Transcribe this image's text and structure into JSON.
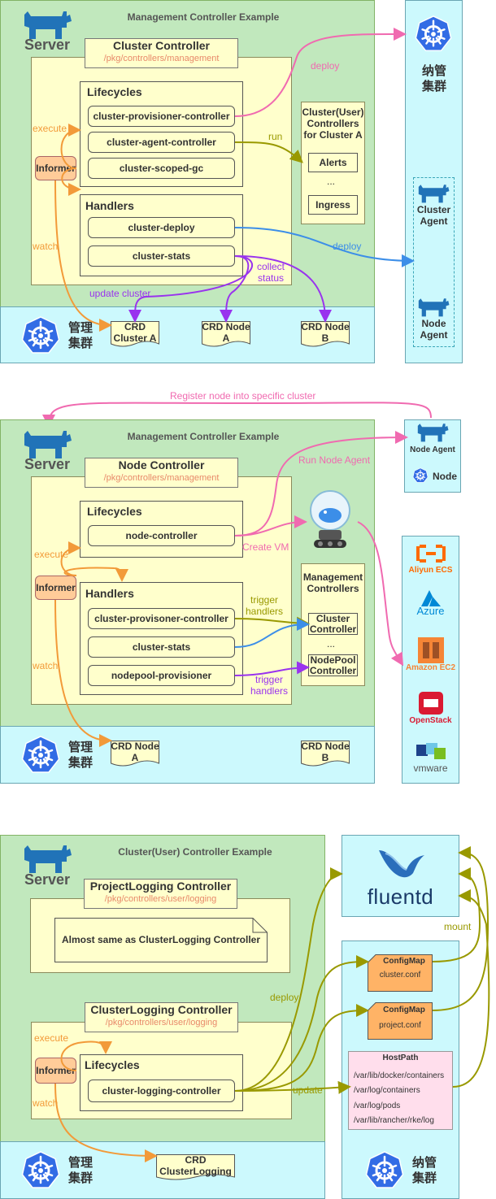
{
  "panel1": {
    "title": "Management Controller Example",
    "server_label": "Server",
    "controller": {
      "title": "Cluster Controller",
      "path": "/pkg/controllers/management"
    },
    "lifecycles": {
      "title": "Lifecycles",
      "items": [
        "cluster-provisioner-controller",
        "cluster-agent-controller",
        "cluster-scoped-gc"
      ]
    },
    "handlers": {
      "title": "Handlers",
      "items": [
        "cluster-deploy",
        "cluster-stats"
      ]
    },
    "informer": "Informer",
    "user_cluster": {
      "title": "Cluster(User) Controllers for Cluster A",
      "items": [
        "Alerts",
        "...",
        "Ingress"
      ]
    },
    "managed": {
      "title": "纳管 集群",
      "cluster_agent": "Cluster Agent",
      "node_agent": "Node Agent"
    },
    "mgmt_cluster": "管理 集群",
    "crds": [
      "CRD Cluster A",
      "CRD Node A",
      "CRD Node B"
    ],
    "edges": {
      "execute": "execute",
      "watch": "watch",
      "deploy1": "deploy",
      "run": "run",
      "deploy2": "deploy",
      "collect": "collect status",
      "update": "update cluster"
    }
  },
  "panel2": {
    "register": "Register node into specific cluster",
    "title": "Management Controller Example",
    "server_label": "Server",
    "controller": {
      "title": "Node Controller",
      "path": "/pkg/controllers/management"
    },
    "lifecycles": {
      "title": "Lifecycles",
      "items": [
        "node-controller"
      ]
    },
    "handlers": {
      "title": "Handlers",
      "items": [
        "cluster-provisoner-controller",
        "cluster-stats",
        "nodepool-provisioner"
      ]
    },
    "informer": "Informer",
    "mgmt_controllers": {
      "title": "Management Controllers",
      "items": [
        "Cluster Controller",
        "...",
        "NodePool Controller"
      ]
    },
    "node_agent_box": {
      "agent": "Node Agent",
      "node": "Node"
    },
    "providers": [
      "Aliyun ECS",
      "Azure",
      "Amazon EC2",
      "OpenStack",
      "vmware"
    ],
    "mgmt_cluster": "管理 集群",
    "crds": [
      "CRD Node A",
      "CRD Node B"
    ],
    "edges": {
      "execute": "execute",
      "watch": "watch",
      "run_node_agent": "Run Node Agent",
      "create_vm": "Create VM",
      "trigger1": "trigger handlers",
      "trigger2": "trigger handlers"
    }
  },
  "panel3": {
    "title": "Cluster(User) Controller Example",
    "server_label": "Server",
    "project_logging": {
      "title": "ProjectLogging Controller",
      "path": "/pkg/controllers/user/logging",
      "note": "Almost same as ClusterLogging Controller"
    },
    "cluster_logging": {
      "title": "ClusterLogging Controller",
      "path": "/pkg/controllers/user/logging"
    },
    "lifecycles": {
      "title": "Lifecycles",
      "items": [
        "cluster-logging-controller"
      ]
    },
    "informer": "Informer",
    "mgmt_cluster": "管理 集群",
    "crd": "CRD ClusterLogging",
    "fluentd": "fluentd",
    "configmaps": [
      {
        "title": "ConfigMap",
        "file": "cluster.conf"
      },
      {
        "title": "ConfigMap",
        "file": "project.conf"
      }
    ],
    "hostpath": {
      "title": "HostPath",
      "paths": [
        "/var/lib/docker/containers",
        "/var/log/containers",
        "/var/log/pods",
        "/var/lib/rancher/rke/log"
      ]
    },
    "managed": "纳管 集群",
    "edges": {
      "execute": "execute",
      "watch": "watch",
      "deploy": "deploy",
      "update": "update",
      "mount": "mount"
    }
  },
  "colors": {
    "green": "#c1e8bd",
    "cyan": "#ccf9fd",
    "yellow": "#ffffcc",
    "orange": "#f29a39",
    "pink": "#f06ab0",
    "olive": "#999900",
    "blue": "#3c8ee8",
    "purple": "#9933ee",
    "k8s": "#326ce5",
    "rancher": "#2173b8"
  }
}
